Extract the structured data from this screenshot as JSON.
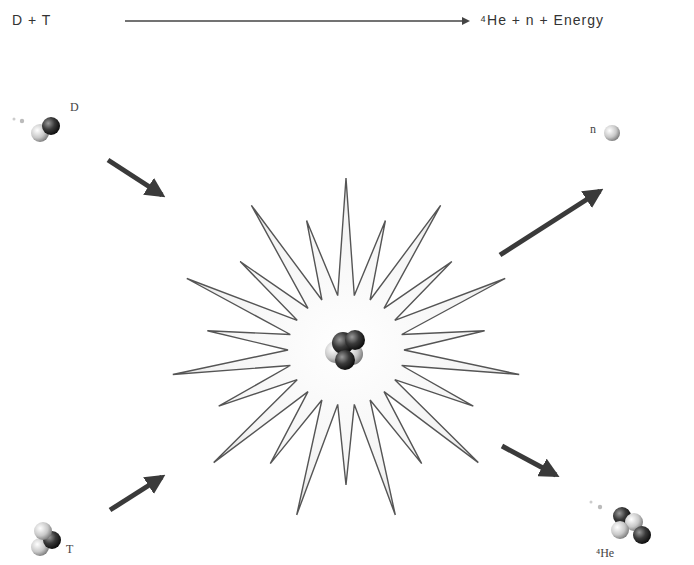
{
  "diagram": {
    "labels": [
      "D + T",
      "⁴He + n + Energy",
      "D",
      "T",
      "n",
      "⁴He"
    ]
  }
}
